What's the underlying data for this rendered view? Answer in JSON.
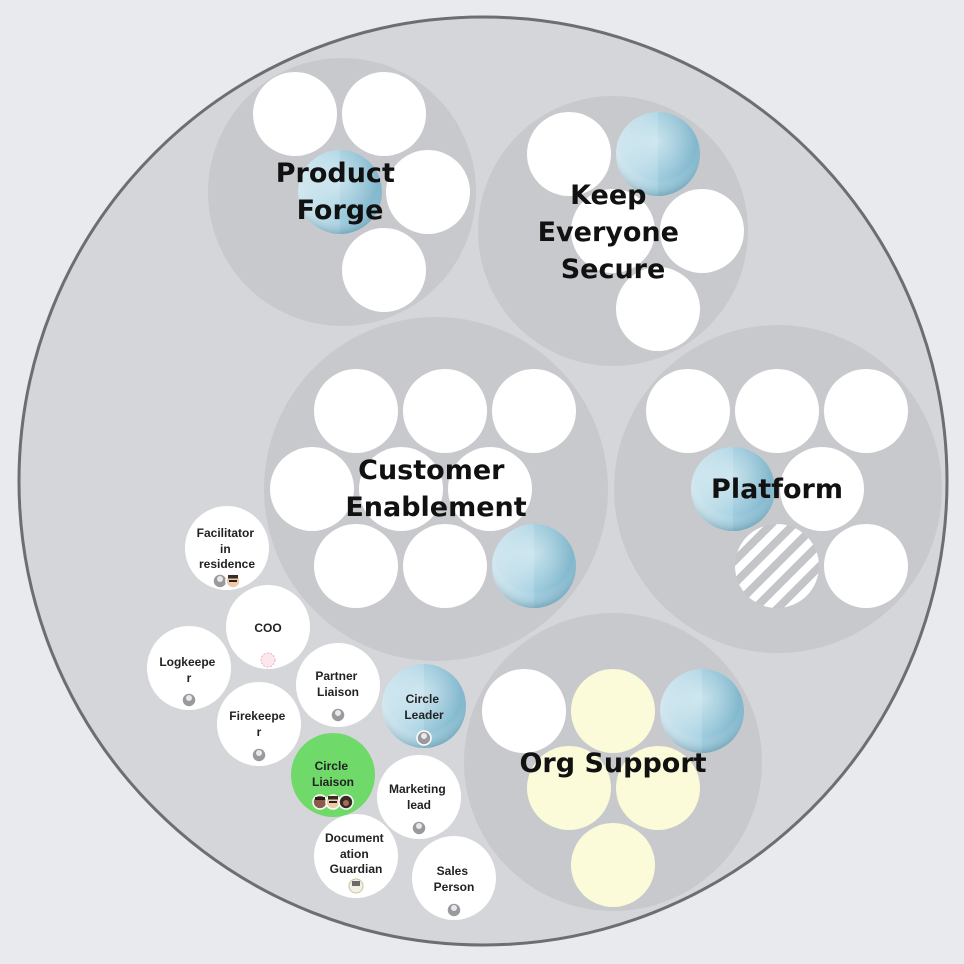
{
  "colors": {
    "background": "#e9eaee",
    "outer_fill": "#d5d6da",
    "outer_stroke": "#6e6e72",
    "subcircle_fill": "#c8c9cd",
    "role_fill": "#ffffff",
    "highlight_role": "#6fda6a",
    "pale_yellow": "#fbfbd9",
    "glass_blue": "#a8d4e2"
  },
  "circles": [
    {
      "id": "product-forge",
      "title_lines": [
        "Product",
        "Forge"
      ]
    },
    {
      "id": "keep-everyone-secure",
      "title_lines": [
        "Keep",
        "Everyone",
        "Secure"
      ]
    },
    {
      "id": "customer-enablement",
      "title_lines": [
        "Customer",
        "Enablement"
      ]
    },
    {
      "id": "platform",
      "title_lines": [
        "Platform"
      ]
    },
    {
      "id": "org-support",
      "title_lines": [
        "Org Support"
      ]
    }
  ],
  "roles": [
    {
      "id": "facilitator",
      "label_lines": [
        "Facilitator",
        "in",
        "residence"
      ],
      "avatars": [
        "grey-avatar",
        "face-avatar"
      ],
      "highlight": false
    },
    {
      "id": "coo",
      "label_lines": [
        "COO"
      ],
      "avatars": [
        "pink-avatar"
      ],
      "highlight": false
    },
    {
      "id": "logkeeper",
      "label_lines": [
        "Logkeepe",
        "r"
      ],
      "avatars": [
        "grey-avatar"
      ],
      "highlight": false
    },
    {
      "id": "partner-liaison",
      "label_lines": [
        "Partner",
        "Liaison"
      ],
      "avatars": [
        "grey-avatar"
      ],
      "highlight": false
    },
    {
      "id": "firekeeper",
      "label_lines": [
        "Firekeepe",
        "r"
      ],
      "avatars": [
        "grey-avatar"
      ],
      "highlight": false
    },
    {
      "id": "circle-leader",
      "label_lines": [
        "Circle",
        "Leader"
      ],
      "avatars": [
        "grey-avatar"
      ],
      "highlight": false
    },
    {
      "id": "circle-liaison",
      "label_lines": [
        "Circle",
        "Liaison"
      ],
      "avatars": [
        "face-avatar",
        "face-avatar",
        "face-avatar"
      ],
      "highlight": true
    },
    {
      "id": "marketing-lead",
      "label_lines": [
        "Marketing",
        "lead"
      ],
      "avatars": [
        "grey-avatar"
      ],
      "highlight": false
    },
    {
      "id": "documentation-guardian",
      "label_lines": [
        "Document",
        "ation",
        "Guardian"
      ],
      "avatars": [
        "sketch-avatar"
      ],
      "highlight": false
    },
    {
      "id": "sales-person",
      "label_lines": [
        "Sales",
        "Person"
      ],
      "avatars": [
        "grey-avatar"
      ],
      "highlight": false
    }
  ]
}
